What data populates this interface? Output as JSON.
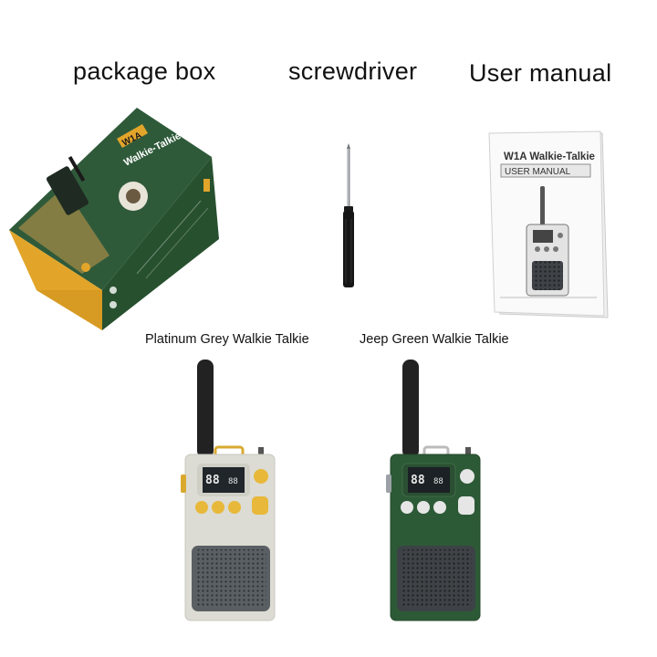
{
  "labels": {
    "package_box": "package box",
    "screwdriver": "screwdriver",
    "user_manual": "User manual",
    "grey_walkie": "Platinum Grey Walkie Talkie",
    "green_walkie": "Jeep Green Walkie Talkie"
  },
  "box": {
    "brand": "W1A",
    "title": "Walkie-Talkie"
  },
  "manual": {
    "title": "W1A Walkie-Talkie",
    "subtitle": "USER MANUAL"
  },
  "colors": {
    "box_green": "#2f5a3a",
    "box_yellow": "#e2a52a",
    "grey_body": "#dcdcd4",
    "grey_accent": "#e8b83a",
    "green_body": "#2d5a36",
    "speaker": "#5a5f63"
  }
}
